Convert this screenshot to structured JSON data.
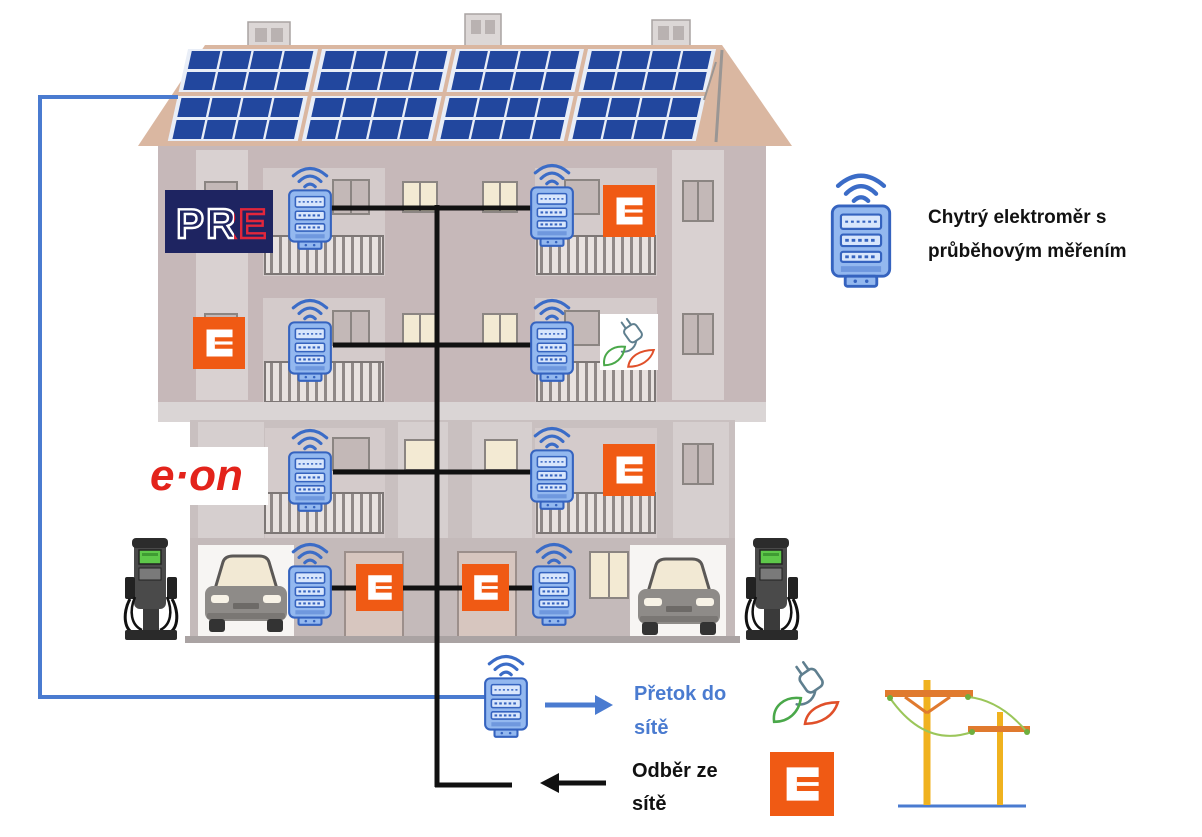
{
  "logos": {
    "pre": "PRE",
    "eon": "e·on"
  },
  "legend": {
    "icon": "smart-meter-icon",
    "lines": [
      "Chytrý elektroměr s",
      "průběhovým měřením"
    ]
  },
  "grid_export": {
    "arrow": "arrow-right-icon",
    "lines": [
      "Přetok do",
      "sítě"
    ]
  },
  "grid_import": {
    "arrow": "arrow-left-icon",
    "lines": [
      "Odběr ze",
      "sítě"
    ]
  },
  "colors": {
    "cez_orange": "#f05a14",
    "meter_blue": "#93b8ef",
    "export_blue": "#4a7bd0",
    "pre_navy": "#1e2461",
    "eon_red": "#e3231b",
    "solar_blue": "#22479e"
  }
}
